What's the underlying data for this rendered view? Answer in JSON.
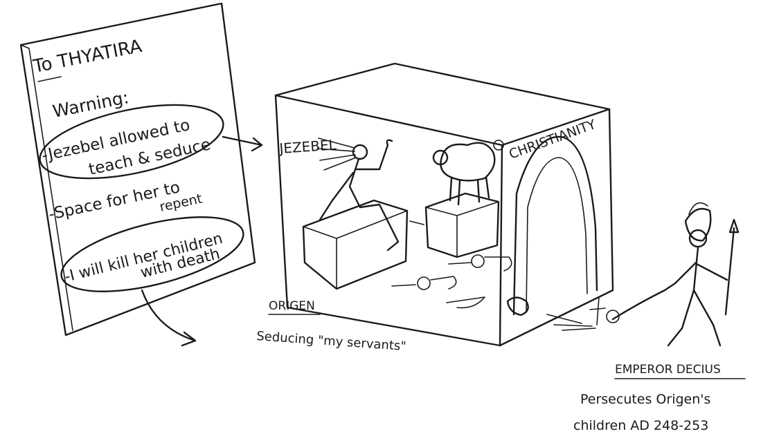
{
  "note": {
    "heading": "To THYATIRA",
    "warning": "Warning:",
    "line1a": "-Jezebel allowed to",
    "line1b": "teach & seduce",
    "line2a": "-Space for her to",
    "line2b": "repent",
    "line3a": "-I will kill her children",
    "line3b": "with death"
  },
  "box": {
    "left_label": "JEZEBEL",
    "right_label": "CHRISTIANITY"
  },
  "origen": {
    "name": "ORIGEN",
    "caption": "Seducing \"my servants\""
  },
  "decius": {
    "name": "EMPEROR DECIUS",
    "caption_line1": "Persecutes Origen's",
    "caption_line2": "children AD 248-253"
  },
  "colors": {
    "ink": "#1a1a1a",
    "paper": "#ffffff"
  }
}
